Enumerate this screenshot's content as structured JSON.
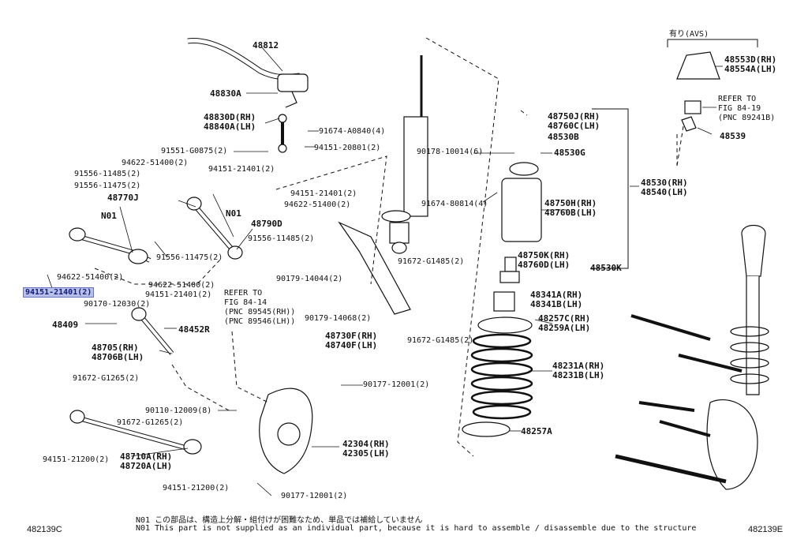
{
  "labels": {
    "p48812": "48812",
    "p48830A": "48830A",
    "p48830D": "48830D(RH)",
    "p48840A": "48840A(LH)",
    "p91674A0840": "91674-A0840(4)",
    "p94151_20801": "94151-20801(2)",
    "p91551_G0875": "91551-G0875(2)",
    "p94622_51400a": "94622-51400(2)",
    "p91556_11485a": "91556-11485(2)",
    "p91556_11475a": "91556-11475(2)",
    "p94151_21401a": "94151-21401(2)",
    "p48770J": "48770J",
    "pN01a": "N01",
    "pN01b": "N01",
    "p48790D": "48790D",
    "p91556_11485b": "91556-11485(2)",
    "p91556_11475b": "91556-11475(2)",
    "p94622_51400b": "94622-51400(2)",
    "p94151_21401hl": "94151-21401(2)",
    "p94622_51400c": "94622-51400(2)",
    "p94151_21401c": "94151-21401(2)",
    "p90170_12030": "90170-12030(2)",
    "p48409": "48409",
    "p48452R": "48452R",
    "p48705": "48705(RH)",
    "p48706B": "48706B(LH)",
    "pRefer84_14a": "REFER TO",
    "pRefer84_14b": "FIG 84-14",
    "pRefer84_14c": "(PNC 89545(RH))",
    "pRefer84_14d": "(PNC 89546(LH))",
    "p94151_21401d": "94151-21401(2)",
    "p94622_51400d": "94622-51400(2)",
    "p90178_10014": "90178-10014(6)",
    "p91674_80814": "91674-80814(4)",
    "p91672_G1485a": "91672-G1485(2)",
    "p90179_14044": "90179-14044(2)",
    "p90179_14068": "90179-14068(2)",
    "p48730F": "48730F(RH)",
    "p48740F": "48740F(LH)",
    "p91672_G1485b": "91672-G1485(2)",
    "p91672_G1265a": "91672-G1265(2)",
    "p90110_12009": "90110-12009(8)",
    "p91672_G1265b": "91672-G1265(2)",
    "p90177_12001a": "90177-12001(2)",
    "p42304": "42304(RH)",
    "p42305": "42305(LH)",
    "p94151_21200a": "94151-21200(2)",
    "p48710A": "48710A(RH)",
    "p48720A": "48720A(LH)",
    "p94151_21200b": "94151-21200(2)",
    "p90177_12001b": "90177-12001(2)",
    "p48750J": "48750J(RH)",
    "p48760C": "48760C(LH)",
    "p48530B": "48530B",
    "p48530G": "48530G",
    "p48750H": "48750H(RH)",
    "p48760B": "48760B(LH)",
    "p48530RH": "48530(RH)",
    "p48540LH": "48540(LH)",
    "p48750K": "48750K(RH)",
    "p48760D": "48760D(LH)",
    "p48530K": "48530K",
    "p48341A": "48341A(RH)",
    "p48341B": "48341B(LH)",
    "p48257C": "48257C(RH)",
    "p48259A": "48259A(LH)",
    "p48231A": "48231A(RH)",
    "p48231B": "48231B(LH)",
    "p48257A": "48257A",
    "pAVS": "有り(AVS)",
    "p48553D": "48553D(RH)",
    "p48554A": "48554A(LH)",
    "pRefer84_19a": "REFER TO",
    "pRefer84_19b": "FIG 84-19",
    "pRefer84_19c": "(PNC 89241B)",
    "p48539": "48539"
  },
  "notes": {
    "jp": "N01 この部品は、構造上分解・組付けが困難なため、単品では補給していません",
    "en": "N01 This part is not supplied as an individual part, because it is hard to assemble / disassemble due to the structure"
  },
  "codes": {
    "left": "482139C",
    "right": "482139E"
  }
}
